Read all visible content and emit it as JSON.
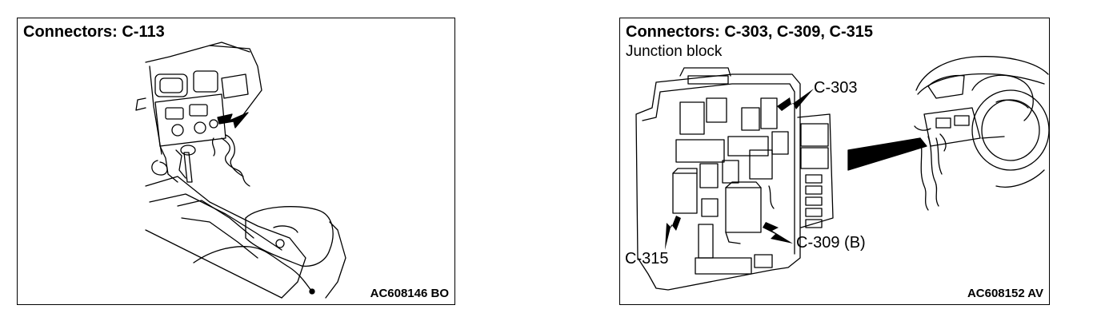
{
  "left_panel": {
    "title": "Connectors: C-113",
    "figure_code": "AC608146 BO"
  },
  "right_panel": {
    "title": "Connectors: C-303, C-309, C-315",
    "subtitle": "Junction block",
    "labels": {
      "c303": "C-303",
      "c309": "C-309 (B)",
      "c315": "C-315"
    },
    "figure_code": "AC608152 AV"
  }
}
